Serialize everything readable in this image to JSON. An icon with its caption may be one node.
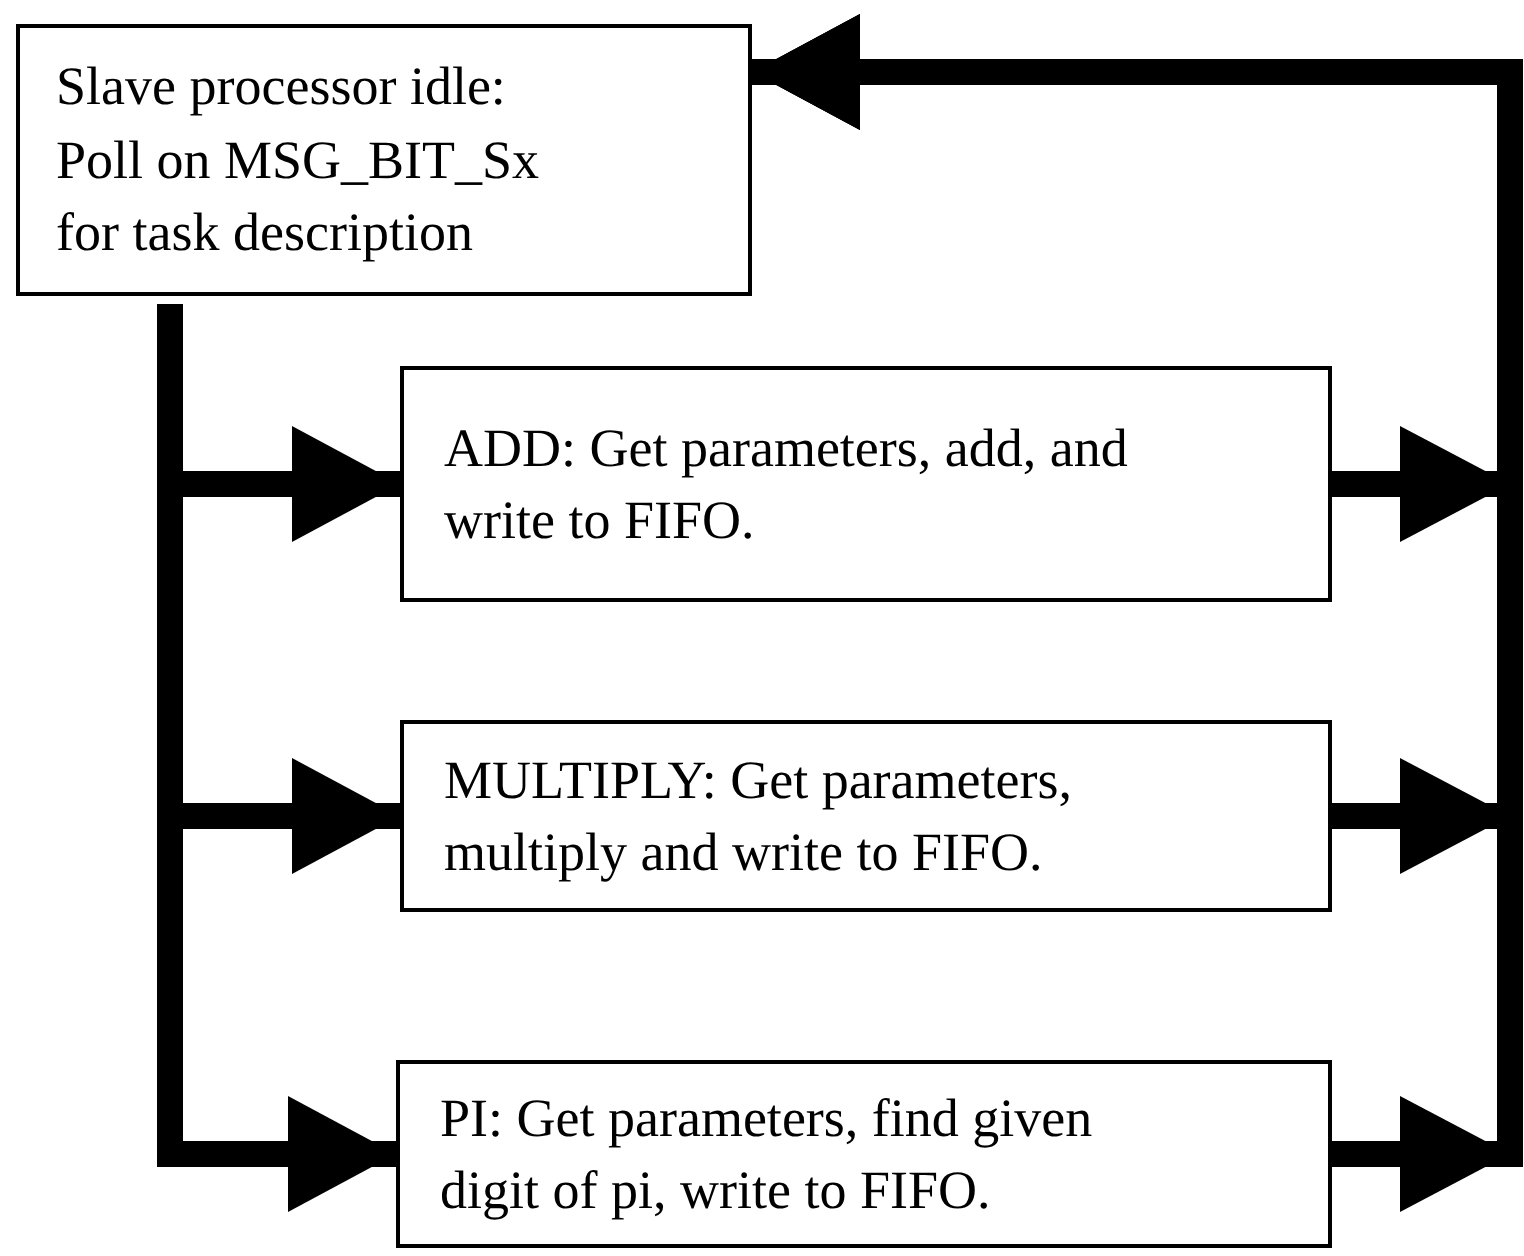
{
  "diagram": {
    "nodes": [
      {
        "text": [
          "Slave processor idle: Poll on MSG_BIT_Sx for task description"
        ]
      },
      {
        "text": [
          "ADD: Get parameters, add, and write to FIFO."
        ]
      },
      {
        "text": [
          "MULTIPLY: Get parameters, multiply and write to FIFO."
        ]
      },
      {
        "text": [
          "PI: Get parameters, find given digit of pi, write to FIFO."
        ]
      }
    ],
    "edges": [
      {
        "from": 0,
        "to": 1,
        "arrow": "to"
      },
      {
        "from": 0,
        "to": 2,
        "arrow": "to"
      },
      {
        "from": 0,
        "to": 3,
        "arrow": "to"
      },
      {
        "from": 1,
        "to": 0,
        "arrow": "to"
      },
      {
        "from": 2,
        "to": 0,
        "arrow": "to"
      },
      {
        "from": 3,
        "to": 0,
        "arrow": "to"
      }
    ]
  }
}
